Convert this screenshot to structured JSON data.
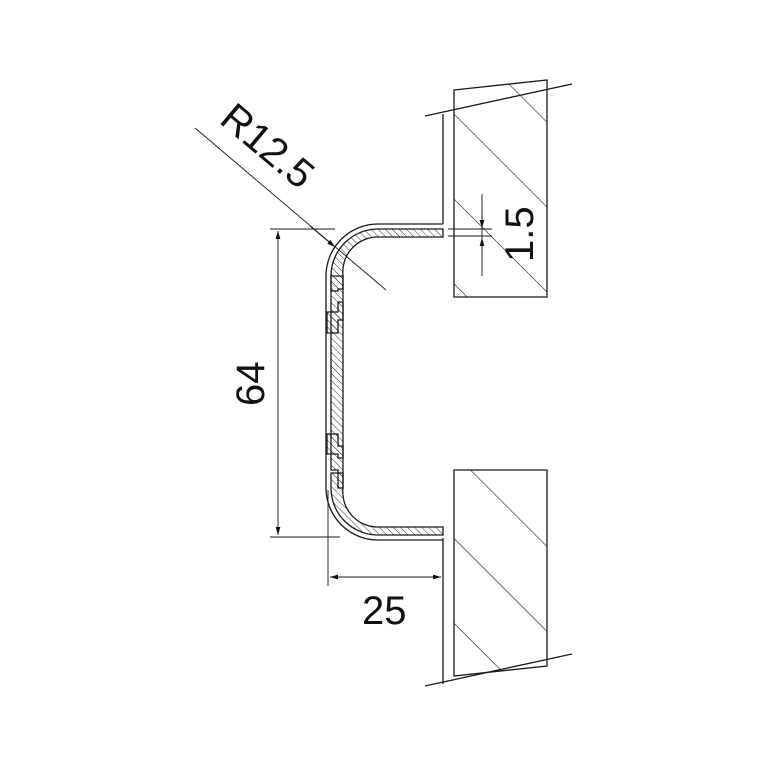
{
  "drawing": {
    "dimensions": {
      "radius": "R12.5",
      "height": "64",
      "depth": "25",
      "thickness": "1.5"
    },
    "line_color": "#1a1a1a"
  }
}
